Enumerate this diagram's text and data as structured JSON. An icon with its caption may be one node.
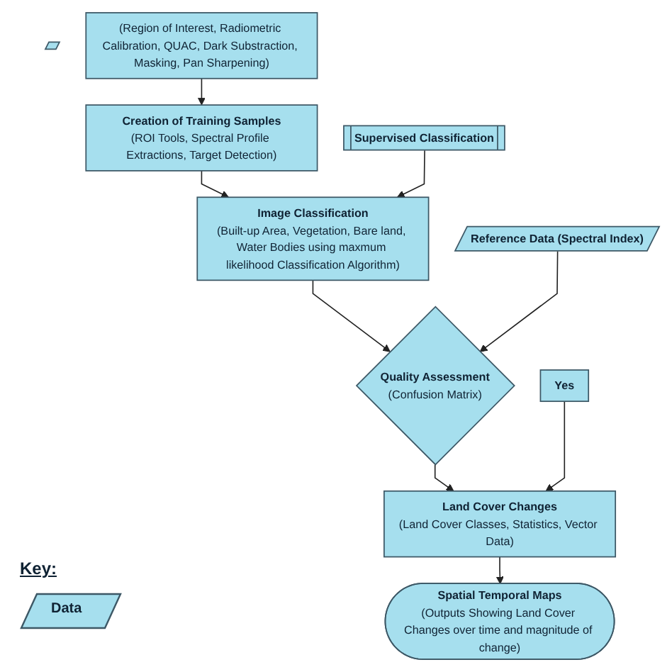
{
  "diagram": {
    "nodes": [
      {
        "text": [],
        "shape": "parallelogram"
      },
      {
        "text": [
          "(Region of Interest, Radiometric Calibration, QUAC, Dark Substraction, Masking, Pan Sharpening)"
        ]
      },
      {
        "text": [
          "Creation of Training Samples",
          "(ROI Tools, Spectral Profile Extractions, Target Detection)"
        ]
      },
      {
        "text": [
          "Supervised Classification"
        ]
      },
      {
        "text": [
          "Image Classification",
          "(Built-up Area, Vegetation, Bare land, Water Bodies using maxmum likelihood Classification Algorithm)"
        ]
      },
      {
        "text": [
          "Reference Data (Spectral Index)"
        ]
      },
      {
        "text": [
          "Quality Assessment",
          "(Confusion Matrix)"
        ]
      },
      {
        "text": [
          "Yes"
        ]
      },
      {
        "text": [
          "Land Cover Changes",
          "(Land Cover Classes, Statistics, Vector Data)"
        ]
      },
      {
        "text": [
          "Spatial Temporal Maps",
          "(Outputs Showing Land Cover Changes over time and magnitude of change)"
        ]
      }
    ],
    "edges": [
      {
        "from": 1,
        "to": 2,
        "arrow": "to"
      },
      {
        "from": 2,
        "to": 4,
        "arrow": "to"
      },
      {
        "from": 3,
        "to": 4,
        "arrow": "to"
      },
      {
        "from": 4,
        "to": 6,
        "arrow": "to"
      },
      {
        "from": 5,
        "to": 6,
        "arrow": "to"
      },
      {
        "from": 6,
        "to": 8,
        "arrow": "to"
      },
      {
        "from": 7,
        "to": 8,
        "arrow": "to"
      },
      {
        "from": 8,
        "to": 9,
        "arrow": "to"
      }
    ],
    "labels": [
      "Key:"
    ],
    "legend": [
      {
        "text": "Data"
      }
    ]
  }
}
